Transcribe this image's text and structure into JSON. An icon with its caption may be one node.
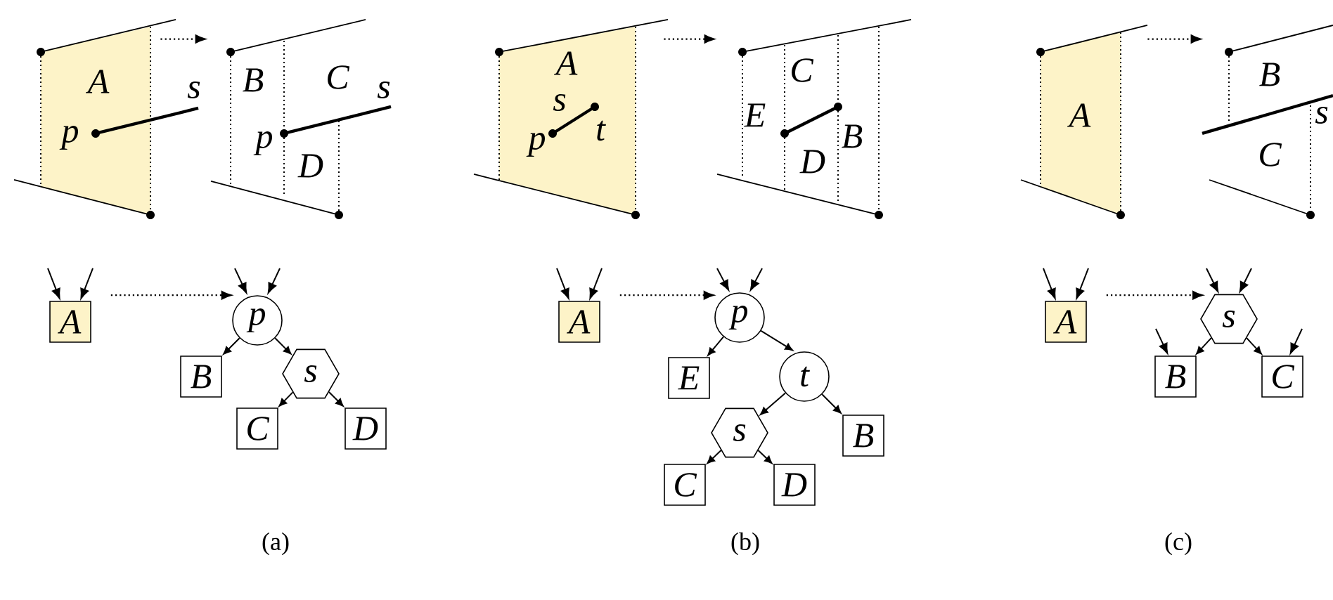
{
  "diagram": {
    "nodes": [
      {
        "text": [
          "A"
        ]
      },
      {
        "text": [
          "p"
        ]
      },
      {
        "text": [
          "B"
        ]
      },
      {
        "text": [
          "s"
        ]
      },
      {
        "text": [
          "C"
        ]
      },
      {
        "text": [
          "D"
        ]
      },
      {
        "text": [
          "A"
        ]
      },
      {
        "text": [
          "p"
        ]
      },
      {
        "text": [
          "E"
        ]
      },
      {
        "text": [
          "t"
        ]
      },
      {
        "text": [
          "s"
        ]
      },
      {
        "text": [
          "B"
        ]
      },
      {
        "text": [
          "C"
        ]
      },
      {
        "text": [
          "D"
        ]
      },
      {
        "text": [
          "A"
        ]
      },
      {
        "text": [
          "s"
        ]
      },
      {
        "text": [
          "B"
        ]
      },
      {
        "text": [
          "C"
        ]
      },
      {
        "text": [
          "A",
          "s",
          "p"
        ]
      },
      {
        "text": [
          "B",
          "C",
          "s",
          "p",
          "D"
        ]
      },
      {
        "text": [
          "A",
          "s",
          "p",
          "t"
        ]
      },
      {
        "text": [
          "C",
          "E",
          "B",
          "D"
        ]
      },
      {
        "text": [
          "A"
        ]
      },
      {
        "text": [
          "B",
          "s",
          "C"
        ]
      }
    ],
    "edges": [
      {
        "from": null,
        "to": 0,
        "arrow": "to"
      },
      {
        "from": null,
        "to": 0,
        "arrow": "to"
      },
      {
        "from": 0,
        "to": 1,
        "arrow": "to",
        "style": "dashed"
      },
      {
        "from": null,
        "to": 1,
        "arrow": "to"
      },
      {
        "from": null,
        "to": 1,
        "arrow": "to"
      },
      {
        "from": 1,
        "to": 2,
        "arrow": "to"
      },
      {
        "from": 1,
        "to": 3,
        "arrow": "to"
      },
      {
        "from": 3,
        "to": 4,
        "arrow": "to"
      },
      {
        "from": 3,
        "to": 5,
        "arrow": "to"
      },
      {
        "from": null,
        "to": 6,
        "arrow": "to"
      },
      {
        "from": null,
        "to": 6,
        "arrow": "to"
      },
      {
        "from": 6,
        "to": 7,
        "arrow": "to",
        "style": "dashed"
      },
      {
        "from": null,
        "to": 7,
        "arrow": "to"
      },
      {
        "from": null,
        "to": 7,
        "arrow": "to"
      },
      {
        "from": 7,
        "to": 8,
        "arrow": "to"
      },
      {
        "from": 7,
        "to": 9,
        "arrow": "to"
      },
      {
        "from": 9,
        "to": 10,
        "arrow": "to"
      },
      {
        "from": 9,
        "to": 11,
        "arrow": "to"
      },
      {
        "from": 10,
        "to": 12,
        "arrow": "to"
      },
      {
        "from": 10,
        "to": 13,
        "arrow": "to"
      },
      {
        "from": null,
        "to": 14,
        "arrow": "to"
      },
      {
        "from": null,
        "to": 14,
        "arrow": "to"
      },
      {
        "from": 14,
        "to": 15,
        "arrow": "to",
        "style": "dashed"
      },
      {
        "from": null,
        "to": 15,
        "arrow": "to"
      },
      {
        "from": null,
        "to": 15,
        "arrow": "to"
      },
      {
        "from": 15,
        "to": 16,
        "arrow": "to"
      },
      {
        "from": 15,
        "to": 17,
        "arrow": "to"
      },
      {
        "from": null,
        "to": 16,
        "arrow": "to"
      },
      {
        "from": null,
        "to": 17,
        "arrow": "to"
      },
      {
        "from": 18,
        "to": 19,
        "arrow": "to",
        "style": "dashed"
      },
      {
        "from": 20,
        "to": 21,
        "arrow": "to",
        "style": "dashed"
      },
      {
        "from": 22,
        "to": 23,
        "arrow": "to",
        "style": "dashed"
      }
    ],
    "labels": [
      "(a)",
      "(b)",
      "(c)"
    ]
  }
}
